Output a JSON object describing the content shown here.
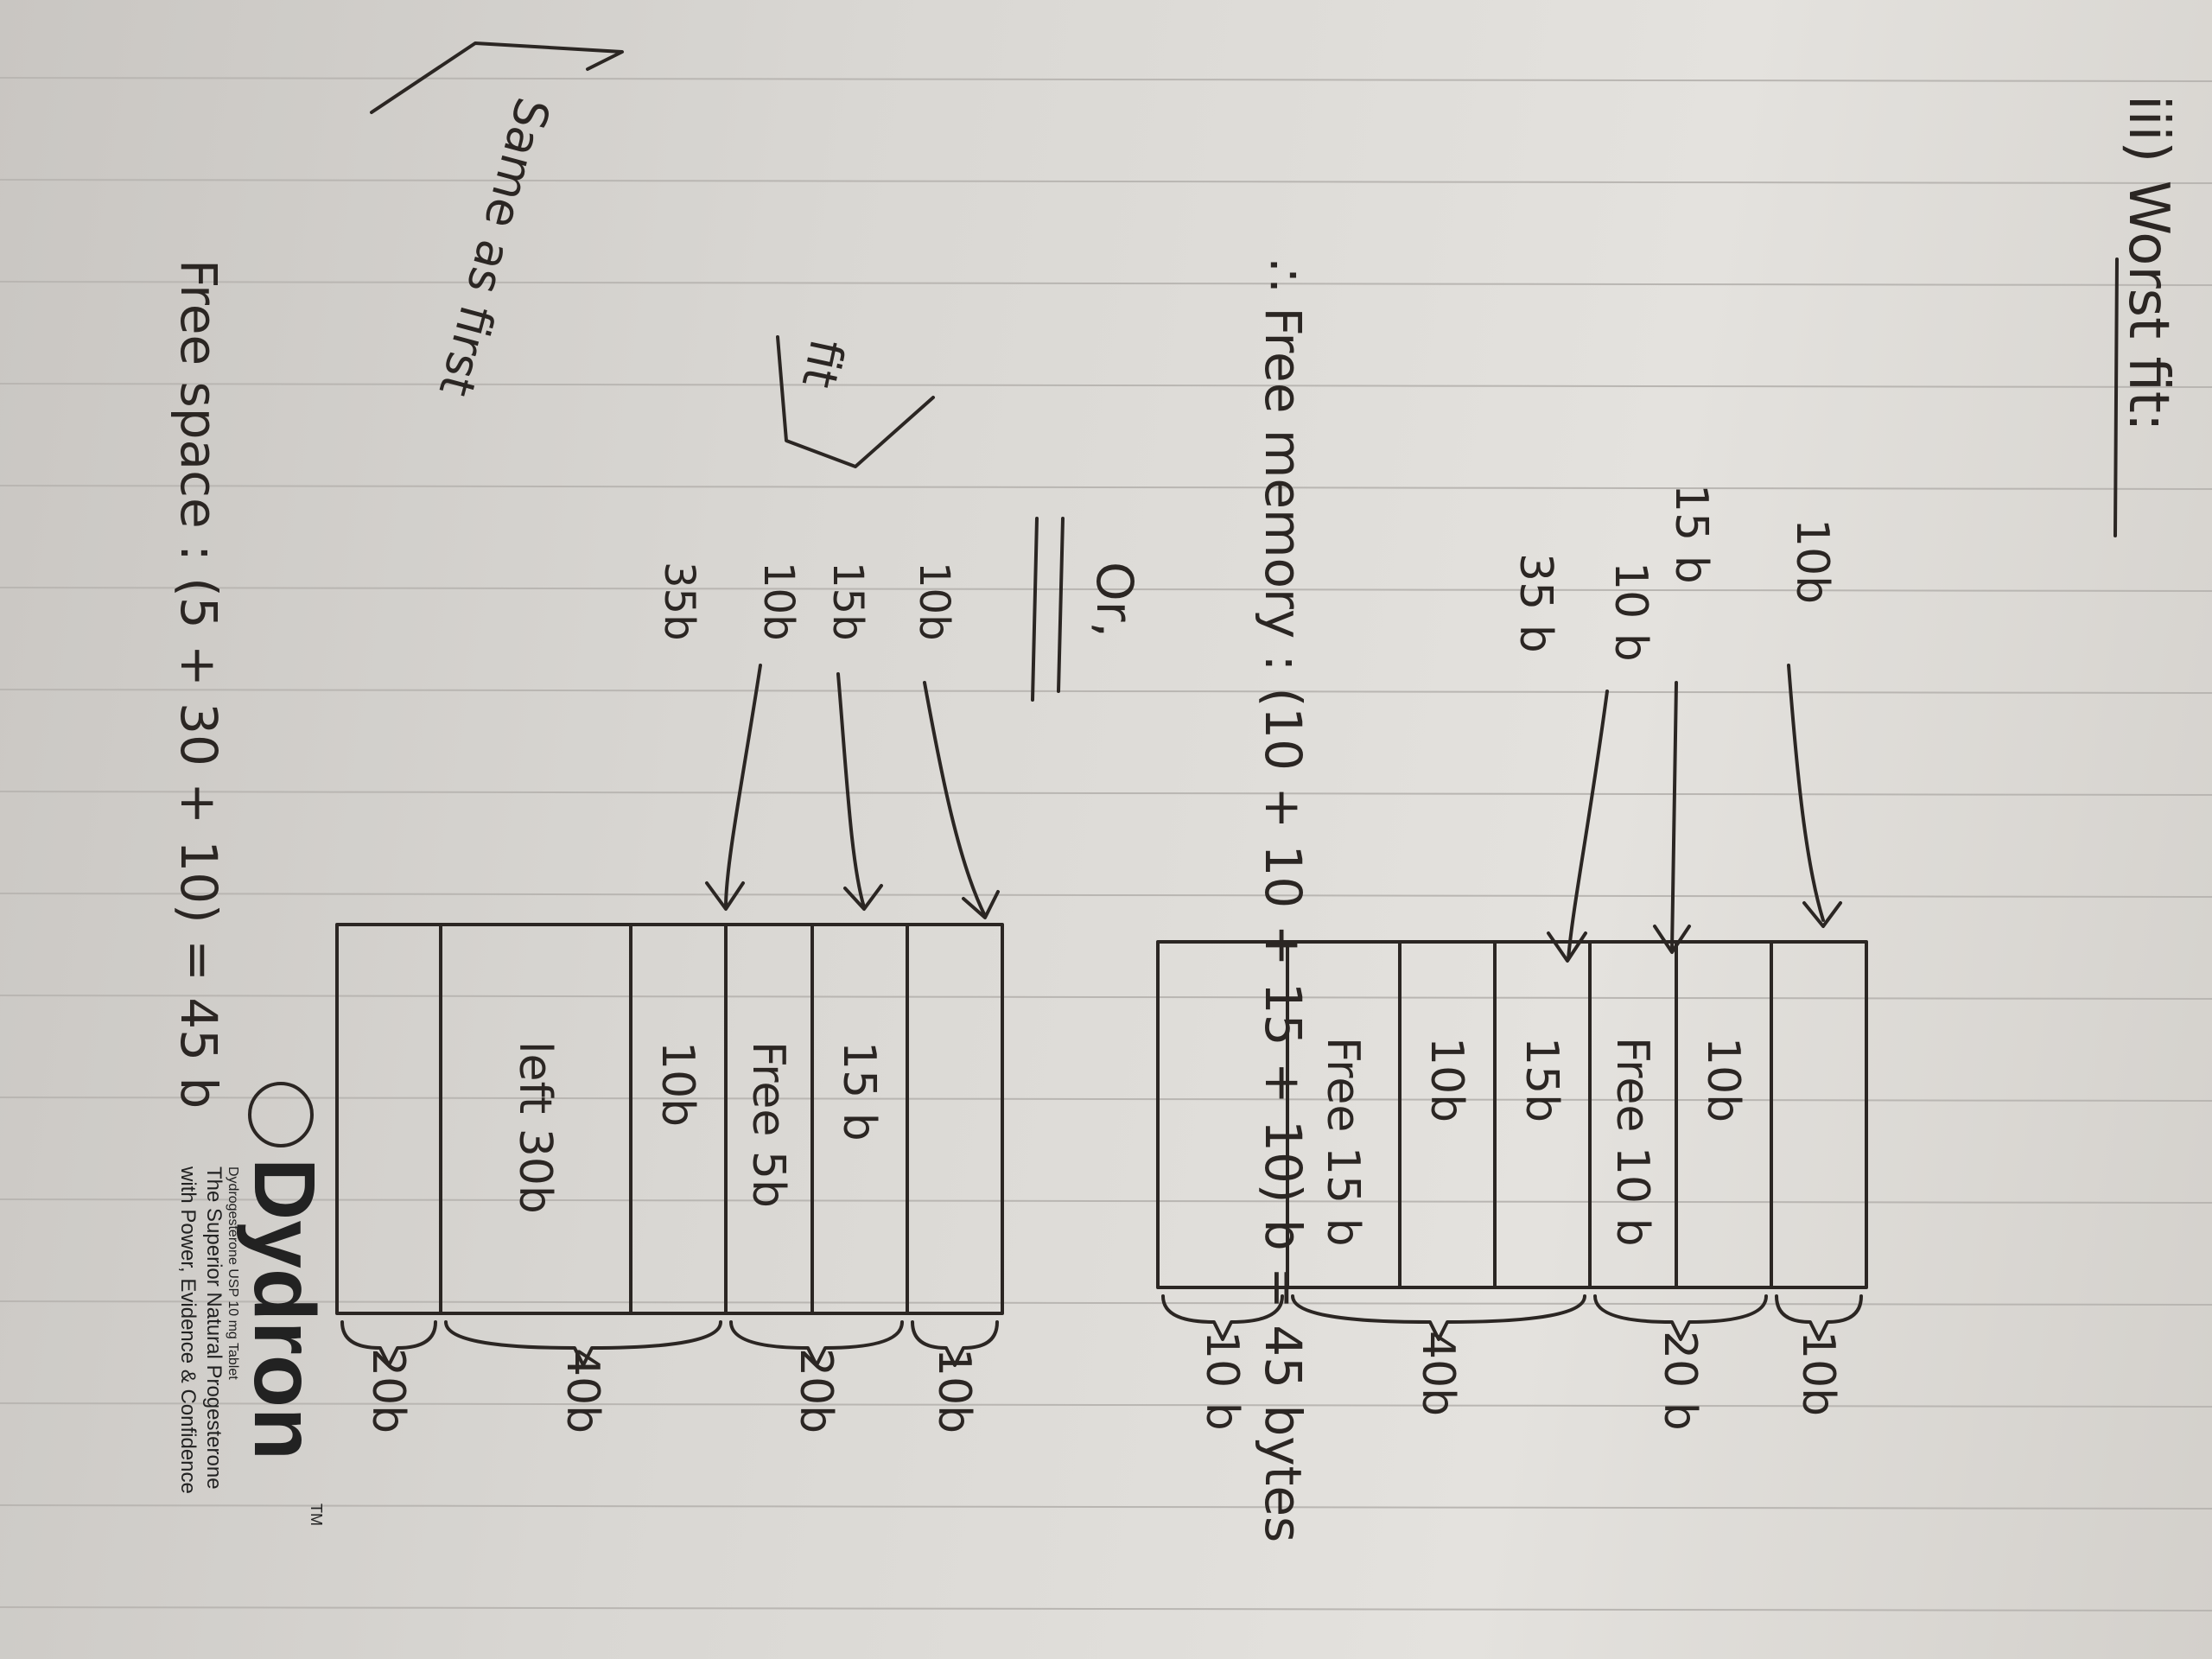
{
  "section_title": "iii) Worst fit:",
  "top": {
    "processes": [
      {
        "label": "10b",
        "target": "10b"
      },
      {
        "label": "15 b",
        "target": "15b"
      },
      {
        "label": "10 b",
        "target": "10b"
      },
      {
        "label": "35 b",
        "target": ""
      }
    ],
    "blocks": [
      {
        "size": "10b",
        "content": "",
        "hatched": false
      },
      {
        "size": "20 b",
        "content": "10b",
        "hatched": true
      },
      {
        "size": "",
        "content": "Free 10 b",
        "hatched": false
      },
      {
        "size": "40b",
        "content": "15b",
        "hatched": true
      },
      {
        "size": "",
        "content": "10b",
        "hatched": true
      },
      {
        "size": "",
        "content": "Free 15 b",
        "hatched": false
      },
      {
        "size": "10 b",
        "content": "",
        "hatched": false
      }
    ],
    "result": "∴ Free memory : (10 + 10 + 15 + 10) b = 45 bytes"
  },
  "or_label": "Or,",
  "bottom": {
    "note_same": "Same as first",
    "note_fit": "fit",
    "processes": [
      {
        "label": "10b"
      },
      {
        "label": "15b"
      },
      {
        "label": "10b"
      },
      {
        "label": "35b"
      }
    ],
    "blocks": [
      {
        "size": "10b",
        "content": "",
        "hatched": true
      },
      {
        "size": "20b",
        "content": "15 b",
        "hatched": true
      },
      {
        "size": "",
        "content": "Free 5b",
        "hatched": false
      },
      {
        "size": "40b",
        "content": "10b",
        "hatched": true
      },
      {
        "size": "",
        "content": "left 30b",
        "hatched": false
      },
      {
        "size": "20b",
        "content": "",
        "hatched": false
      }
    ],
    "result": "Free space : (5 + 30 + 10) = 45 b"
  },
  "brand": {
    "name": "Dydron",
    "tm": "TM",
    "small_print": "Dydrogesterone USP 10 mg Tablet",
    "tagline_1": "The Superior Natural Progesterone",
    "tagline_2": "with Power, Evidence & Confidence"
  },
  "colors": {
    "ink": "#2b2623",
    "paper": "#e0deda",
    "rule": "#b9b6b2"
  }
}
